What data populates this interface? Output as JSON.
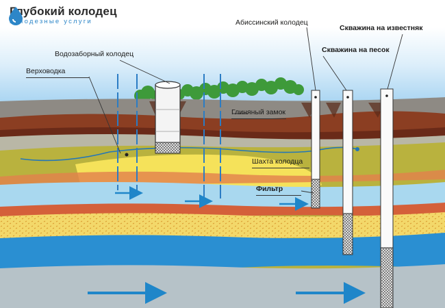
{
  "brand": {
    "title": "Глубокий колодец",
    "subtitle": "колодезные услуги",
    "accent_color": "#2d86c8",
    "icon": "water-drop-icon"
  },
  "labels": {
    "vodozabor": "Водозаборный колодец",
    "verkhovodka": "Верховодка",
    "abissinsky": "Абиссинский колодец",
    "izvestnyak": "Скважина на известняк",
    "pesok": "Скважина на песок",
    "glina": "Глиняный замок",
    "shakhta": "Шахта колодца",
    "filtr": "Фильтр"
  }
}
